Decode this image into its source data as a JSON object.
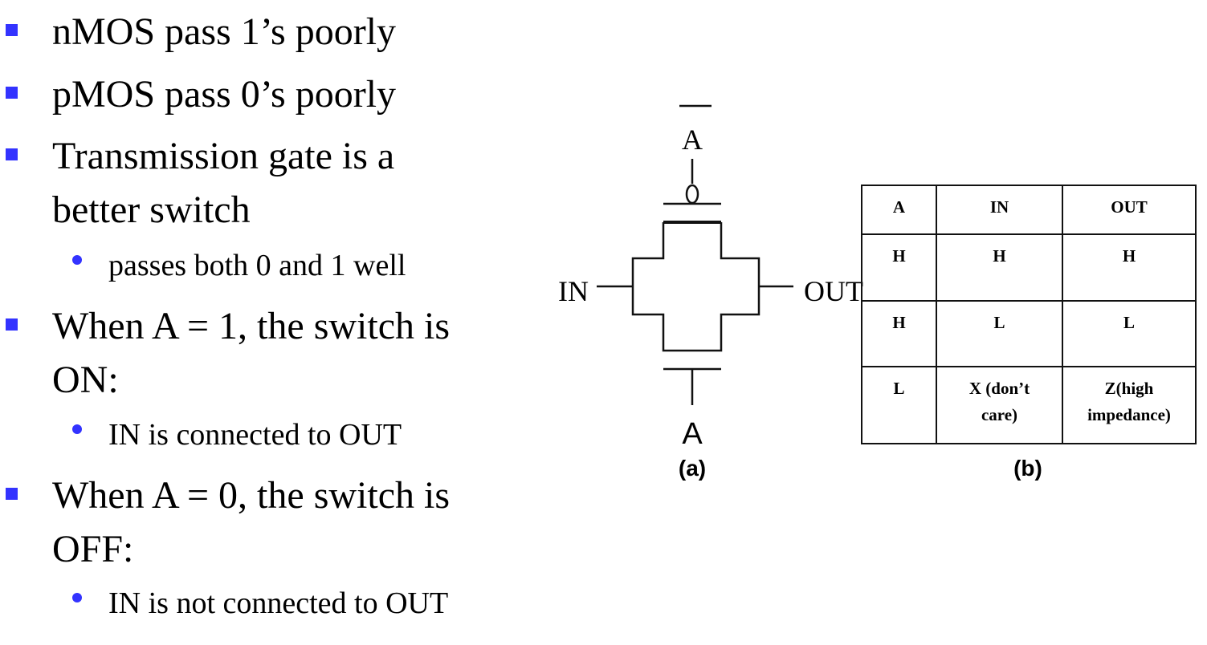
{
  "bullets": [
    {
      "level": 1,
      "text": "nMOS pass 1’s poorly"
    },
    {
      "level": 1,
      "text": "pMOS pass 0’s poorly"
    },
    {
      "level": 1,
      "text": "Transmission gate is a"
    },
    {
      "level": 1,
      "text": "better switch"
    },
    {
      "level": 2,
      "text": "passes both 0 and 1 well"
    },
    {
      "level": 1,
      "text": "When A = 1, the switch is"
    },
    {
      "level": 1,
      "text": "ON:"
    },
    {
      "level": 2,
      "text": "IN is connected to OUT"
    },
    {
      "level": 1,
      "text": "When A = 0, the switch is"
    },
    {
      "level": 1,
      "text": "OFF:"
    },
    {
      "level": 2,
      "text": "IN is not connected to OUT"
    }
  ],
  "bullet_color": "#3333ff",
  "diagram": {
    "gate_top_label": "A",
    "gate_bottom_label": "A",
    "input_label": "IN",
    "output_label": "OUT",
    "caption": "(a)"
  },
  "truth_table": {
    "headers": [
      "A",
      "IN",
      "OUT"
    ],
    "rows": [
      [
        "H",
        "H",
        "H"
      ],
      [
        "H",
        "L",
        "L"
      ],
      [
        "L",
        "X (don’t care)",
        "Z(high impedance)"
      ]
    ],
    "caption": "(b)"
  }
}
